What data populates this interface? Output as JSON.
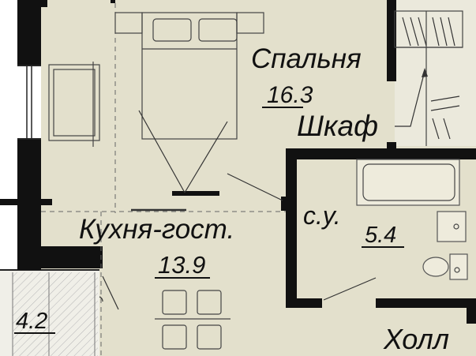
{
  "colors": {
    "floor": "#e3e0cc",
    "wall": "#111111",
    "balcony": "#f0efe8",
    "background": "#ffffff"
  },
  "rooms": {
    "bedroom": {
      "name": "Спальня",
      "area": "16.3"
    },
    "wardrobe": {
      "name": "Шкаф"
    },
    "bathroom": {
      "name": "с.у.",
      "area": "5.4"
    },
    "kitchen": {
      "name": "Кухня-гост.",
      "area": "13.9"
    },
    "balcony": {
      "area": "4.2"
    },
    "hall": {
      "name": "Холл"
    }
  }
}
